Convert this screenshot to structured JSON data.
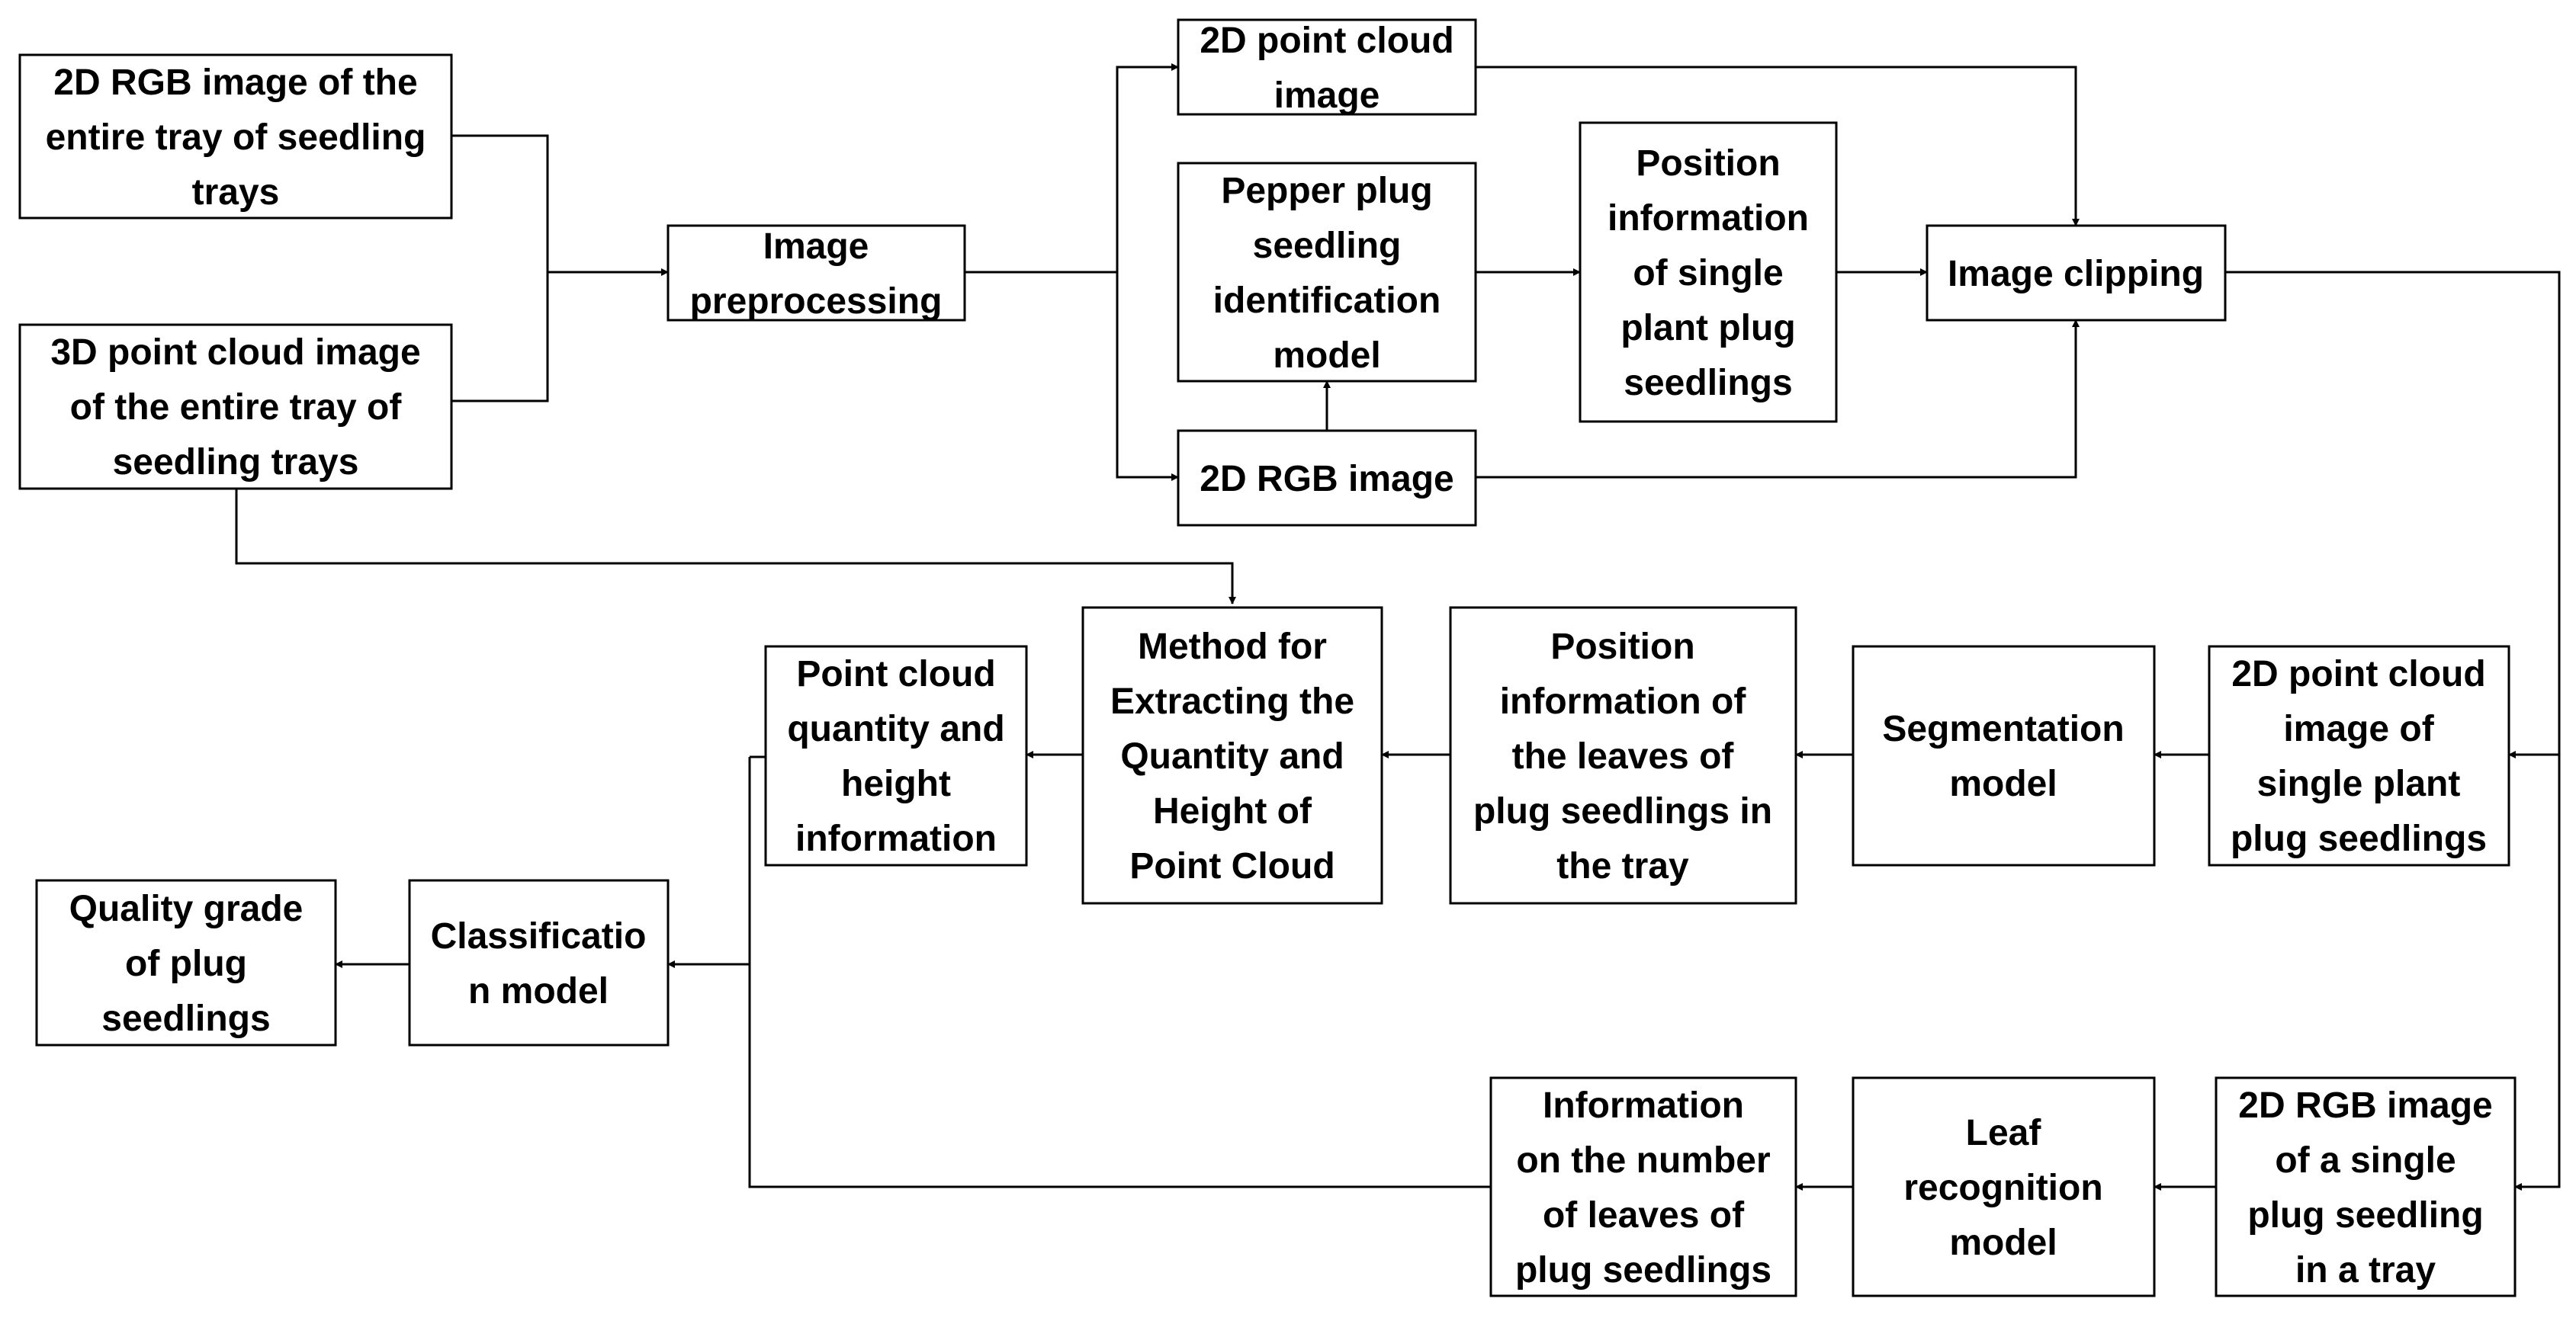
{
  "nodes": {
    "rgb_tray": [
      "2D RGB image of the",
      "entire tray of seedling",
      "trays"
    ],
    "pc_tray": [
      "3D point cloud image",
      "of the entire tray of",
      "seedling trays"
    ],
    "preprocessing": [
      "Image",
      "preprocessing"
    ],
    "pc2d": [
      "2D point cloud",
      "image"
    ],
    "pepper_model": [
      "Pepper plug",
      "seedling",
      "identification",
      "model"
    ],
    "rgb2d": [
      "2D RGB image"
    ],
    "position_single": [
      "Position",
      "information",
      "of single",
      "plant plug",
      "seedlings"
    ],
    "clipping": [
      "Image clipping"
    ],
    "pc_single": [
      "2D point cloud",
      "image of",
      "single plant",
      "plug seedlings"
    ],
    "segmentation": [
      "Segmentation",
      "model"
    ],
    "position_leaves": [
      "Position",
      "information of",
      "the leaves of",
      "plug seedlings in",
      "the tray"
    ],
    "extract_method": [
      "Method for",
      "Extracting the",
      "Quantity and",
      "Height of",
      "Point Cloud"
    ],
    "pc_info": [
      "Point cloud",
      "quantity and",
      "height",
      "information"
    ],
    "rgb_single": [
      "2D RGB image",
      "of a single",
      "plug seedling",
      "in a tray"
    ],
    "leaf_model": [
      "Leaf",
      "recognition",
      "model"
    ],
    "leaf_info": [
      "Information",
      "on the number",
      "of leaves of",
      "plug seedlings"
    ],
    "classification": [
      "Classificatio",
      "n model"
    ],
    "quality": [
      "Quality grade",
      "of plug",
      "seedlings"
    ]
  }
}
